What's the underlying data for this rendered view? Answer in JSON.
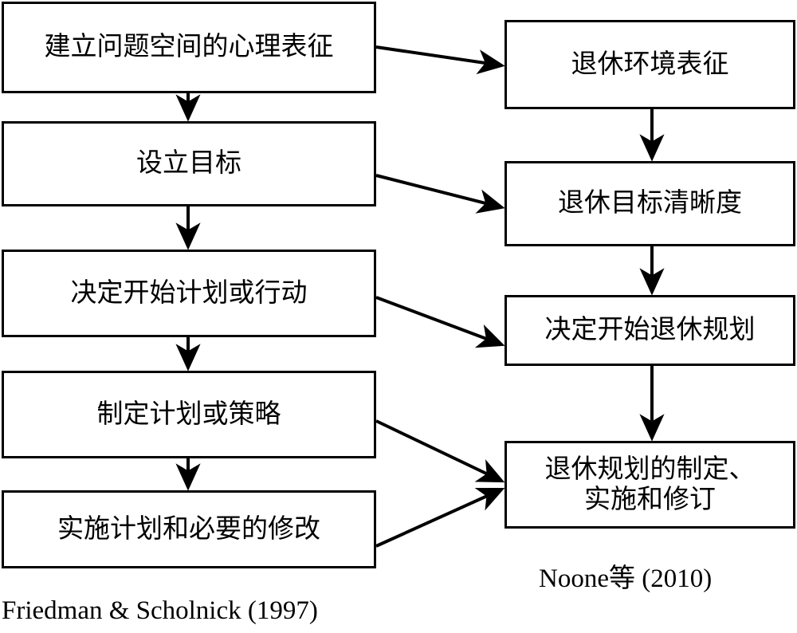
{
  "diagram": {
    "title_left_caption": "Friedman & Scholnick (1997)",
    "title_right_caption": "Noone等 (2010)",
    "left_column": {
      "name": "planning-process-model",
      "nodes": [
        {
          "id": "l1",
          "label": "建立问题空间的心理表征"
        },
        {
          "id": "l2",
          "label": "设立目标"
        },
        {
          "id": "l3",
          "label": "决定开始计划或行动"
        },
        {
          "id": "l4",
          "label": "制定计划或策略"
        },
        {
          "id": "l5",
          "label": "实施计划和必要的修改"
        }
      ]
    },
    "right_column": {
      "name": "retirement-planning-model",
      "nodes": [
        {
          "id": "r1",
          "label": "退休环境表征"
        },
        {
          "id": "r2",
          "label": "退休目标清晰度"
        },
        {
          "id": "r3",
          "label": "决定开始退休规划"
        },
        {
          "id": "r4",
          "label": "退休规划的制定、\n实施和修订"
        }
      ]
    },
    "edges": {
      "vertical_left": [
        {
          "from": "l1",
          "to": "l2"
        },
        {
          "from": "l2",
          "to": "l3"
        },
        {
          "from": "l3",
          "to": "l4"
        },
        {
          "from": "l4",
          "to": "l5"
        }
      ],
      "vertical_right": [
        {
          "from": "r1",
          "to": "r2"
        },
        {
          "from": "r2",
          "to": "r3"
        },
        {
          "from": "r3",
          "to": "r4"
        }
      ],
      "cross": [
        {
          "from": "l1",
          "to": "r1"
        },
        {
          "from": "l2",
          "to": "r2"
        },
        {
          "from": "l3",
          "to": "r3"
        },
        {
          "from": "l4",
          "to": "r4"
        },
        {
          "from": "l5",
          "to": "r4"
        }
      ]
    },
    "colors": {
      "stroke": "#000000",
      "fill": "#ffffff",
      "text": "#000000"
    }
  }
}
